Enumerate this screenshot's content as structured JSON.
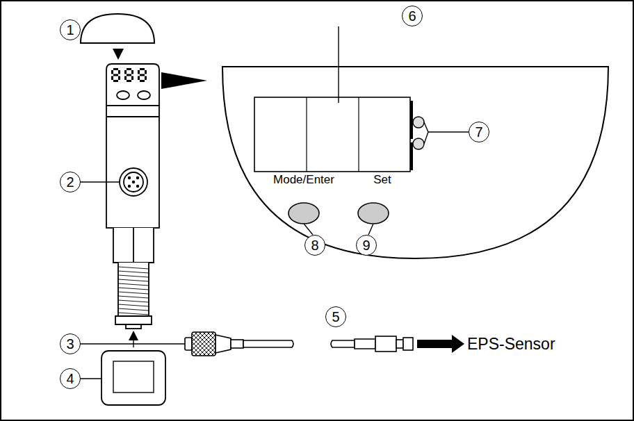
{
  "diagram": {
    "nodes": [
      {
        "text": [
          "1"
        ]
      },
      {
        "text": [
          "6"
        ]
      },
      {
        "text": [
          "7"
        ]
      },
      {
        "text": [
          "2"
        ]
      },
      {
        "text": [
          "8"
        ]
      },
      {
        "text": [
          "9"
        ]
      },
      {
        "text": [
          "5"
        ]
      },
      {
        "text": [
          "3"
        ]
      },
      {
        "text": [
          "4"
        ]
      }
    ],
    "labels": [
      "Mode/Enter",
      "Set",
      "EPS-Sensor"
    ]
  }
}
